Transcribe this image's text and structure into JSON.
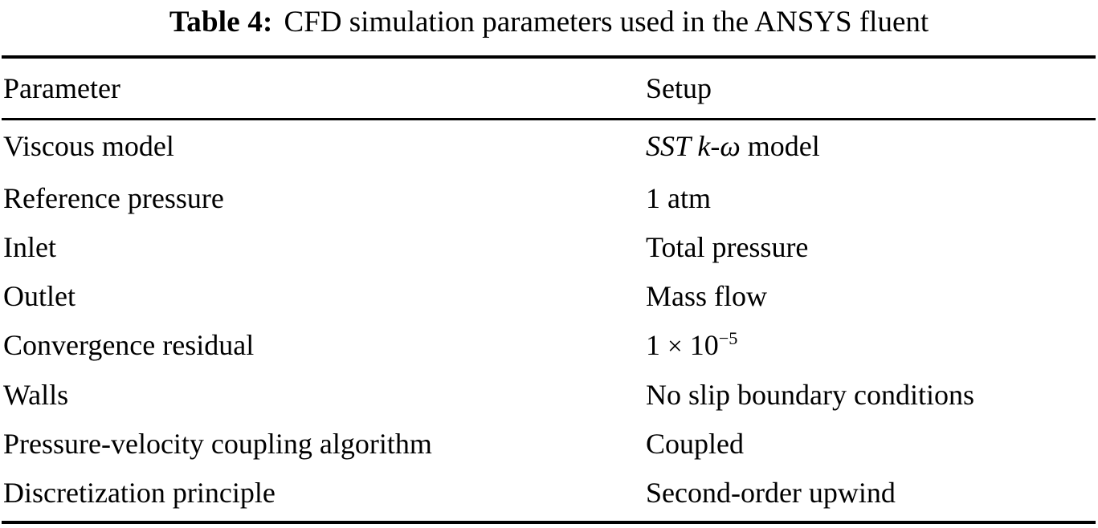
{
  "caption": {
    "label": "Table 4:",
    "text": "CFD simulation parameters used in the ANSYS fluent"
  },
  "table": {
    "columns": [
      "Parameter",
      "Setup"
    ],
    "rows": [
      {
        "parameter": "Viscous model",
        "setup": "SST k-ω model",
        "setup_html": "<span class=\"mi\">SST k</span>-<span class=\"mi\">ω</span> model"
      },
      {
        "parameter": "Reference pressure",
        "setup": "1 atm"
      },
      {
        "parameter": "Inlet",
        "setup": "Total pressure"
      },
      {
        "parameter": "Outlet",
        "setup": "Mass flow"
      },
      {
        "parameter": "Convergence residual",
        "setup": "1 × 10−5",
        "setup_html": "1 <span class=\"times\">×</span> 10<span class=\"sup\">−5</span>"
      },
      {
        "parameter": "Walls",
        "setup": "No slip boundary conditions"
      },
      {
        "parameter": "Pressure-velocity coupling algorithm",
        "setup": "Coupled"
      },
      {
        "parameter": "Discretization principle",
        "setup": "Second-order upwind"
      }
    ]
  },
  "style": {
    "rule_color": "#000000",
    "text_color": "#000000",
    "background": "#ffffff"
  }
}
